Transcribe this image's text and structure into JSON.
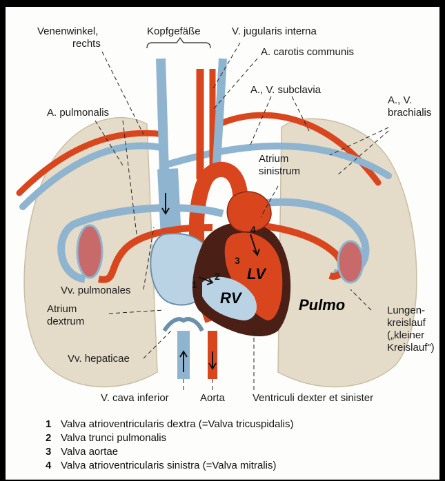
{
  "labels": {
    "venenwinkel_line1": "Venenwinkel,",
    "venenwinkel_line2": "rechts",
    "kopfgefaesse": "Kopfgefäße",
    "jugularis": "V. jugularis interna",
    "carotis": "A. carotis communis",
    "subclavia": "A., V. subclavia",
    "brachialis_line1": "A., V.",
    "brachialis_line2": "brachialis",
    "pulmonalis": "A. pulmonalis",
    "atrium_sin_line1": "Atrium",
    "atrium_sin_line2": "sinistrum",
    "vv_pulmonales": "Vv. pulmonales",
    "atrium_dex_line1": "Atrium",
    "atrium_dex_line2": "dextrum",
    "vv_hepaticae": "Vv. hepaticae",
    "lungen_line1": "Lungen-",
    "lungen_line2": "kreislauf",
    "lungen_line3": "(„kleiner",
    "lungen_line4": "Kreislauf\")",
    "cava": "V. cava inferior",
    "aorta": "Aorta",
    "ventriculi": "Ventriculi dexter et sinister",
    "lv": "LV",
    "rv": "RV",
    "pulmo": "Pulmo",
    "n1": "1",
    "n2": "2",
    "n3": "3",
    "n4": "4"
  },
  "legend": [
    {
      "num": "1",
      "text": "Valva atrioventricularis dextra (=Valva tricuspidalis)"
    },
    {
      "num": "2",
      "text": "Valva trunci pulmonalis"
    },
    {
      "num": "3",
      "text": "Valva aortae"
    },
    {
      "num": "4",
      "text": "Valva atrioventricularis sinistra (=Valva mitralis)"
    }
  ],
  "colors": {
    "artery": "#d9461e",
    "vein": "#8fb4cf",
    "lung": "#e4dcc8",
    "myocardium": "#4a1f16"
  }
}
